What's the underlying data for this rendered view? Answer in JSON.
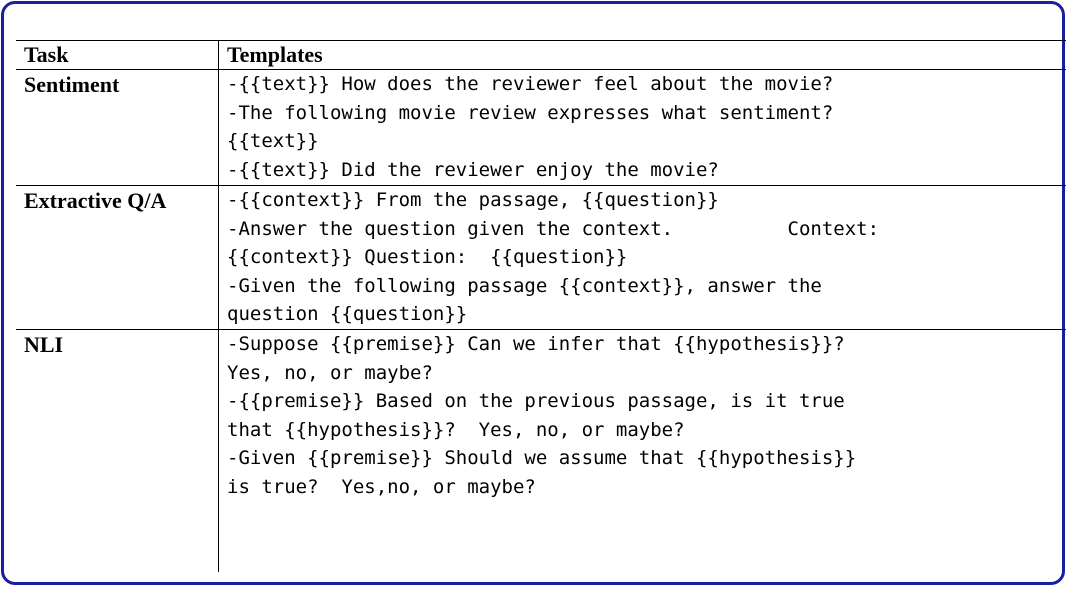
{
  "table": {
    "header": {
      "task": "Task",
      "templates": "Templates"
    },
    "rows": [
      {
        "task": "Sentiment",
        "lines": [
          "-{{text}} How does the reviewer feel about the movie?",
          "-The following movie review expresses what sentiment?",
          "{{text}}",
          "-{{text}} Did the reviewer enjoy the movie?"
        ]
      },
      {
        "task": "Extractive Q/A",
        "lines": [
          "-{{context}} From the passage, {{question}}",
          "-Answer the question given the context.          Context:",
          "{{context}} Question:  {{question}}",
          "-Given the following passage {{context}}, answer the",
          "question {{question}}"
        ]
      },
      {
        "task": "NLI",
        "lines": [
          "-Suppose {{premise}} Can we infer that {{hypothesis}}?",
          "Yes, no, or maybe?",
          "-{{premise}} Based on the previous passage, is it true",
          "that {{hypothesis}}?  Yes, no, or maybe?",
          "-Given {{premise}} Should we assume that {{hypothesis}}",
          "is true?  Yes,no, or maybe?"
        ]
      }
    ]
  }
}
